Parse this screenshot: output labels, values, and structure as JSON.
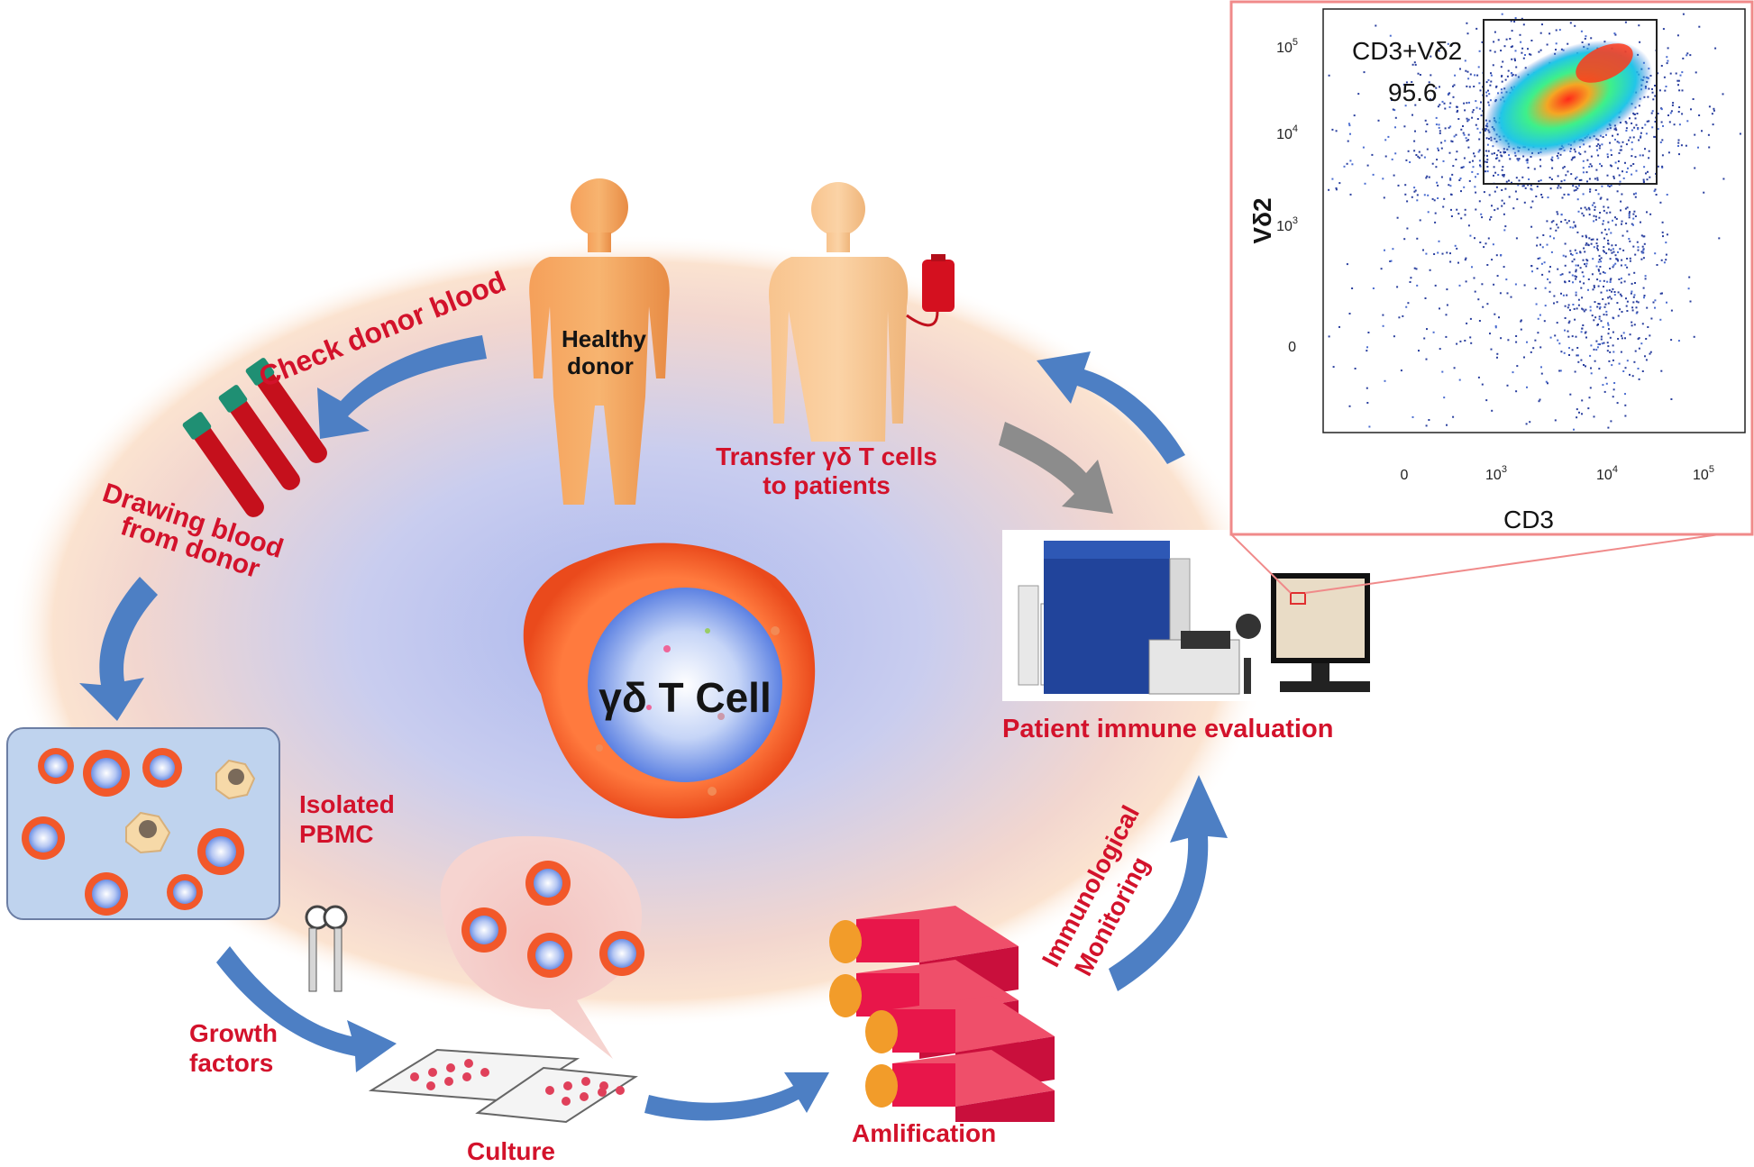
{
  "center": {
    "label": "γδ T Cell"
  },
  "steps": {
    "check_donor_blood": "Check donor blood",
    "drawing_blood": [
      "Drawing blood",
      "from donor"
    ],
    "isolated_pbmc": [
      "Isolated",
      "PBMC"
    ],
    "growth_factors": [
      "Growth",
      "factors"
    ],
    "culture": "Culture",
    "amplification": "Amlification",
    "immunological_monitoring": [
      "Immunological",
      "Monitoring"
    ],
    "patient_evaluation": "Patient immune evaluation",
    "transfer": [
      "Transfer γδ T cells",
      "to patients"
    ],
    "healthy_donor": [
      "Healthy",
      "donor"
    ]
  },
  "flow_plot": {
    "gate_label": "CD3+Vδ2",
    "gate_value": "95.6",
    "x_axis_label": "CD3",
    "y_axis_label": "Vδ2",
    "x_ticks": [
      {
        "base": "0",
        "exp": ""
      },
      {
        "base": "10",
        "exp": "3"
      },
      {
        "base": "10",
        "exp": "4"
      },
      {
        "base": "10",
        "exp": "5"
      }
    ],
    "y_ticks": [
      {
        "base": "10",
        "exp": "5"
      },
      {
        "base": "10",
        "exp": "4"
      },
      {
        "base": "10",
        "exp": "3"
      },
      {
        "base": "0",
        "exp": ""
      }
    ]
  },
  "colors": {
    "label_red": "#d3122b",
    "arrow_blue": "#4d7fc4",
    "arrow_gray": "#8c8c8c",
    "cell_orange": "#f2582a",
    "nucleus_blue": "#6c8ee6",
    "highlight_box": "#f08a8a"
  }
}
